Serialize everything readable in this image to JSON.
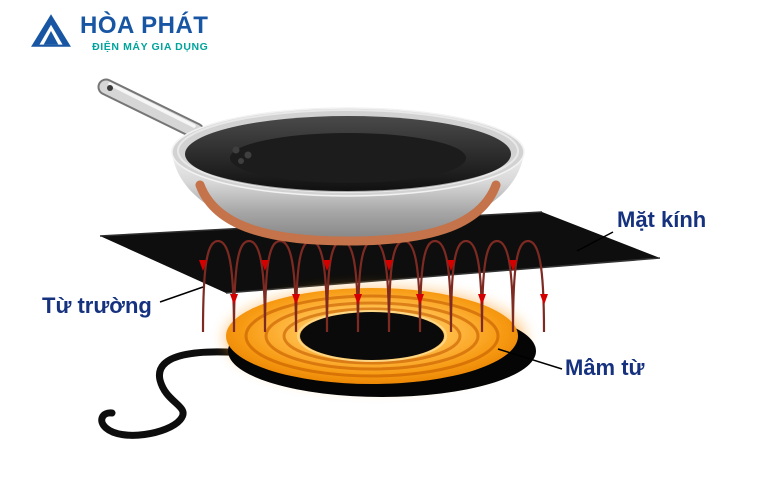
{
  "brand": {
    "name": "HÒA PHÁT",
    "tagline": "ĐIỆN MÁY GIA DỤNG"
  },
  "labels": {
    "glass": "Mặt kính",
    "field": "Từ trường",
    "coil": "Mâm từ"
  },
  "colors": {
    "brand_blue": "#1856a4",
    "brand_teal": "#00a49c",
    "label_navy": "#16327e",
    "cooktop_black": "#0e0e0e",
    "coil_orange": "#f79a12",
    "wave_maroon": "#7d2a22",
    "arrow_red": "#d40000",
    "copper": "#c4734a"
  }
}
